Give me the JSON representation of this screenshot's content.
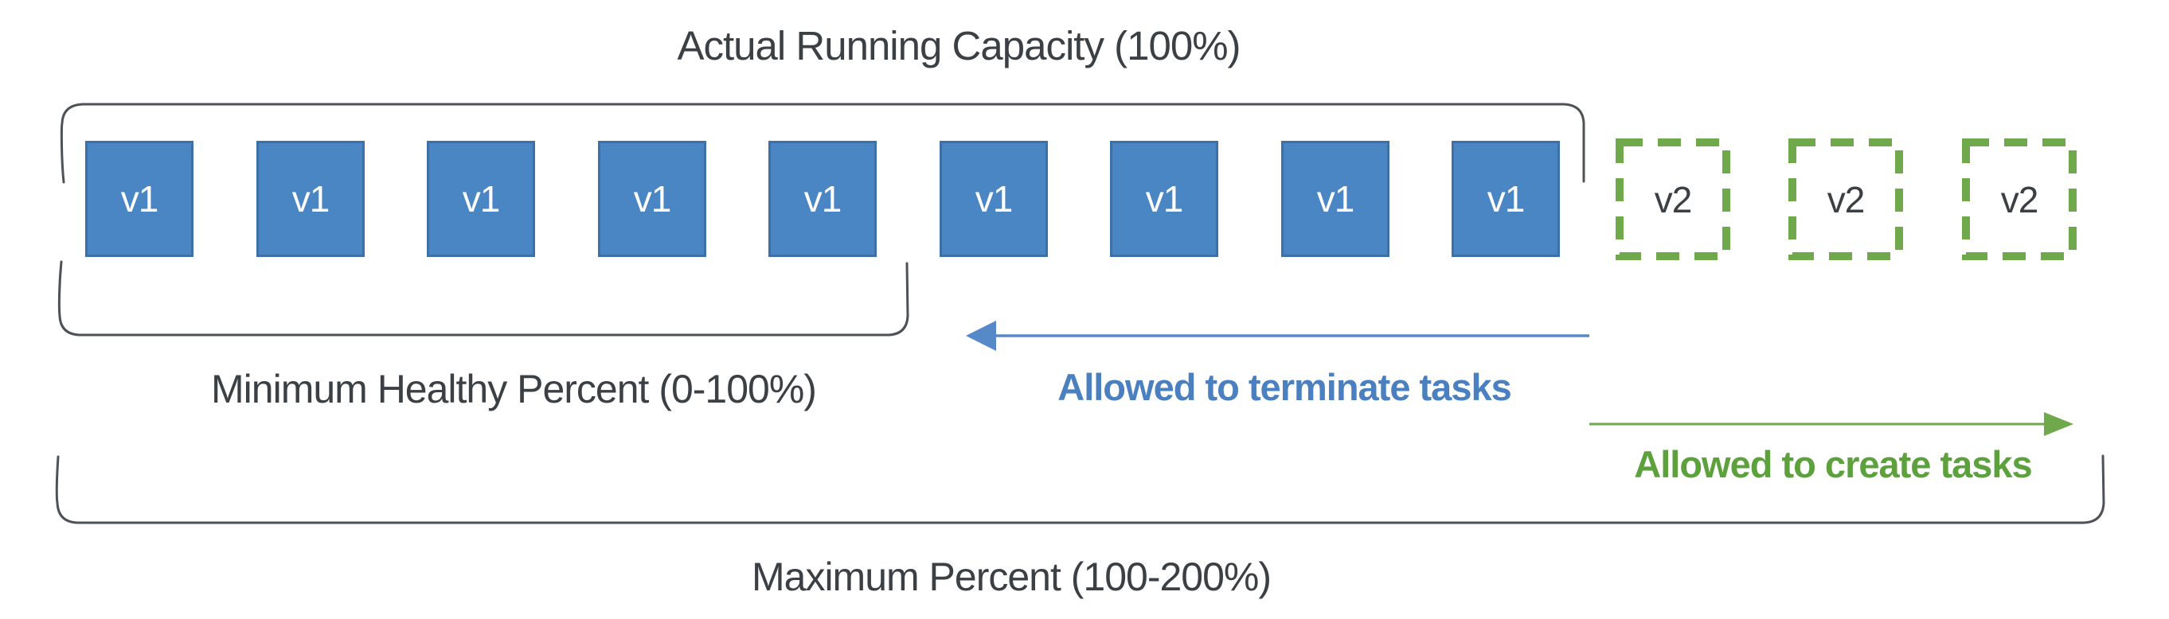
{
  "title": "Actual Running Capacity (100%)",
  "min_healthy": {
    "label": "Minimum Healthy Percent (0-100%)"
  },
  "max_percent": {
    "label": "Maximum Percent (100-200%)"
  },
  "terminate": {
    "label": "Allowed to terminate tasks"
  },
  "create": {
    "label": "Allowed to create tasks"
  },
  "v1_tasks": [
    "v1",
    "v1",
    "v1",
    "v1",
    "v1",
    "v1",
    "v1",
    "v1",
    "v1"
  ],
  "v2_tasks": [
    "v2",
    "v2",
    "v2"
  ],
  "colors": {
    "blue_fill": "#4a86c4",
    "blue_border": "#3d70a6",
    "blue_arrow": "#5589c8",
    "blue_text": "#4a80bf",
    "green": "#6fa94c",
    "green_text": "#5ca13c",
    "text_gray": "#3b4045",
    "bracket_gray": "#4d5257"
  }
}
